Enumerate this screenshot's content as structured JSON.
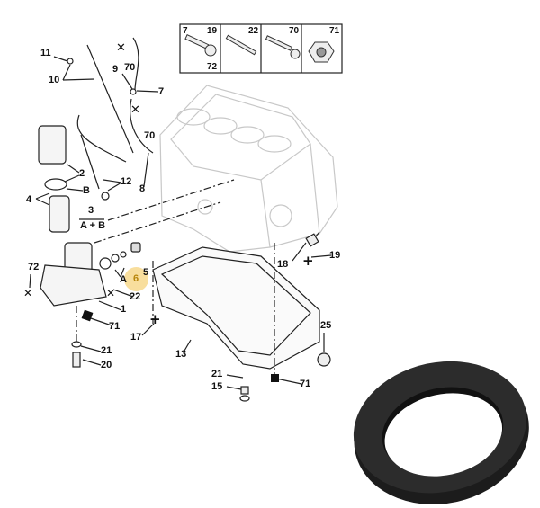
{
  "legend_table": {
    "cells": [
      {
        "top_left": "7",
        "top_right": "19",
        "bottom_right": "72"
      },
      {
        "top_right": "22"
      },
      {
        "top_right": "70"
      },
      {
        "top_right": "71"
      }
    ]
  },
  "callouts": {
    "c11": "11",
    "c10": "10",
    "c9": "9",
    "c70a": "70",
    "c7": "7",
    "c70b": "70",
    "c2": "2",
    "cB": "B",
    "c12": "12",
    "c8": "8",
    "c4": "4",
    "c3": "3",
    "cAB": "A + B",
    "c72": "72",
    "cA": "A",
    "c6": "6",
    "c5": "5",
    "c22": "22",
    "c1": "1",
    "c71a": "71",
    "c21a": "21",
    "c20": "20",
    "c17": "17",
    "c13": "13",
    "c18": "18",
    "c19": "19",
    "c25": "25",
    "c21b": "21",
    "c15": "15",
    "c71b": "71"
  },
  "colors": {
    "highlight": "#f7d88c",
    "gasket": "#1c1c1c",
    "block": "#c8c8c8"
  }
}
